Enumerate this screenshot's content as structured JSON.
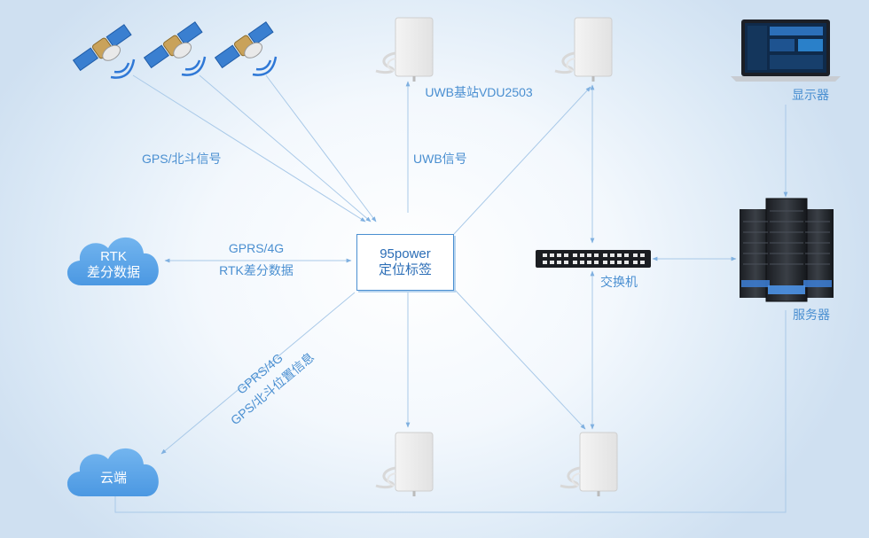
{
  "satellites": [
    "satellite-1",
    "satellite-2",
    "satellite-3"
  ],
  "uwb_station_label": "UWB基站VDU2503",
  "uwb_signal_label": "UWB信号",
  "gps_signal_label": "GPS/北斗信号",
  "gprs_top": "GPRS/4G",
  "rtk_data": "RTK差分数据",
  "tag": {
    "line1": "95power",
    "line2": "定位标签"
  },
  "cloud_rtk": {
    "line1": "RTK",
    "line2": "差分数据"
  },
  "cloud_end": {
    "label": "云端"
  },
  "diag_label": {
    "line1": "GPRS/4G",
    "line2": "GPS/北斗位置信息"
  },
  "switch_label": "交换机",
  "monitor_label": "显示器",
  "server_label": "服务器",
  "colors": {
    "accent": "#4a8fd1",
    "line": "#a9c9e8",
    "cloud": "#5aa6ea"
  }
}
